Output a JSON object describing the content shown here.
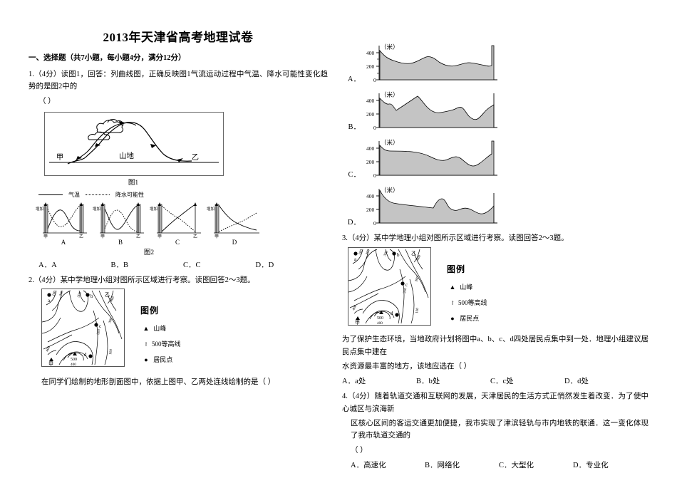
{
  "document": {
    "title": "2013年天津省高考地理试卷",
    "section_heading": "一、选择题（共7小题，每小题4分，满分12分）"
  },
  "questions": [
    {
      "number": "1",
      "points": "（4分）",
      "text": "1.（4分）读图1，回答：列曲线图，正确反映图1气流运动过程中气温、降水可能性变化趋势的是图2中的",
      "blank": "（    ）",
      "options": [
        "A．A",
        "B．B",
        "C．C",
        "D．D"
      ]
    },
    {
      "number": "2",
      "text": "2.（4分）某中学地理小组对图所示区域进行考察。读图回答2～3题。",
      "prompt": "在同学们绘制的地形剖面图中，依据上图甲、乙两处连线绘制的是（      ）"
    },
    {
      "number": "3",
      "text": "3.（4分）某中学地理小组对图所示区域进行考察。读图回答2～3题。",
      "prompt_line1": "为了保护生态环境，当地政府计划将图中a、b、c、d四处居民点集中到一处．地理小组建议居民点集中建在",
      "prompt_line2": "水资源最丰富的地方，该地应选在（      ）",
      "options": [
        "A．a处",
        "B．b处",
        "C．c处",
        "D．d处"
      ]
    },
    {
      "number": "4",
      "text_line1": "4.（4分）随着轨道交通和互联网的发展，天津居民的生活方式正悄然发生着改变．为了使中心城区与滨海新",
      "text_line2": "区核心区间的客运交通更加便捷，我市实现了津滨轻轨与市内地铁的联通．这一变化体现了我市轨道交通的",
      "blank": "（    ）",
      "options": [
        "A．高速化",
        "B．网络化",
        "C．大型化",
        "D．专业化"
      ]
    }
  ],
  "figure1": {
    "caption": "图1",
    "label_left": "甲",
    "label_right": "乙",
    "label_center": "山地"
  },
  "figure2": {
    "caption": "图2",
    "legend": [
      {
        "style": "solid",
        "label": "气温"
      },
      {
        "style": "dotted",
        "label": "降水可能性"
      }
    ],
    "panels": [
      {
        "label": "A",
        "y_axis": "增加",
        "x_left": "甲",
        "x_right": "乙"
      },
      {
        "label": "B",
        "y_axis": "增加",
        "x_left": "甲",
        "x_right": "乙"
      },
      {
        "label": "C",
        "y_axis": "增加",
        "x_left": "甲",
        "x_right": "乙"
      },
      {
        "label": "D",
        "y_axis": "增加",
        "x_left": "甲",
        "x_right": "乙"
      }
    ]
  },
  "contour_map": {
    "legend_title": "图例",
    "legend_items": [
      {
        "glyph": "▲",
        "label": "山峰"
      },
      {
        "glyph": "",
        "label": "500等高线"
      },
      {
        "glyph": "●",
        "label": "居民点"
      }
    ],
    "settlements": [
      "a",
      "b",
      "c",
      "d"
    ],
    "points": [
      "甲",
      "乙"
    ],
    "contour_labels": [
      "100",
      "200",
      "300",
      "400",
      "500",
      "400",
      "300",
      "200",
      "100",
      "400",
      "500"
    ],
    "peak_value": "500"
  },
  "chart_data": [
    {
      "type": "line",
      "title": "图2 A",
      "xlabel": "",
      "ylabel": "增加",
      "x": [
        "甲",
        "乙"
      ],
      "series": [
        {
          "name": "气温",
          "style": "solid",
          "values": [
            20,
            55,
            72,
            70,
            45,
            22,
            16,
            15,
            14
          ]
        },
        {
          "name": "降水可能性",
          "style": "dotted",
          "values": [
            72,
            40,
            18,
            14,
            20,
            34,
            52,
            70,
            80
          ]
        }
      ],
      "grid": false,
      "legend": "top"
    },
    {
      "type": "line",
      "title": "图2 B",
      "xlabel": "",
      "ylabel": "增加",
      "x": [
        "甲",
        "乙"
      ],
      "series": [
        {
          "name": "气温",
          "style": "solid",
          "values": [
            70,
            48,
            26,
            14,
            12,
            24,
            45,
            66,
            80
          ]
        },
        {
          "name": "降水可能性",
          "style": "dotted",
          "values": [
            14,
            40,
            62,
            68,
            52,
            30,
            16,
            10,
            8
          ]
        }
      ],
      "grid": false,
      "legend": "top"
    },
    {
      "type": "line",
      "title": "图2 C",
      "xlabel": "",
      "ylabel": "增加",
      "x": [
        "甲",
        "乙"
      ],
      "series": [
        {
          "name": "气温",
          "style": "solid",
          "values": [
            6,
            20,
            34,
            44,
            50,
            58,
            68,
            78,
            86
          ]
        },
        {
          "name": "降水可能性",
          "style": "dotted",
          "values": [
            86,
            74,
            64,
            56,
            50,
            42,
            32,
            20,
            8
          ]
        }
      ],
      "grid": false,
      "legend": "top"
    },
    {
      "type": "line",
      "title": "图2 D",
      "xlabel": "",
      "ylabel": "增加",
      "x": [
        "甲",
        "乙"
      ],
      "series": [
        {
          "name": "气温",
          "style": "solid",
          "values": [
            90,
            70,
            56,
            48,
            42,
            36,
            30,
            26,
            22
          ]
        },
        {
          "name": "降水可能性",
          "style": "dotted",
          "values": [
            8,
            18,
            28,
            36,
            42,
            50,
            58,
            66,
            74
          ]
        }
      ],
      "grid": false,
      "legend": "top"
    },
    {
      "type": "area",
      "title": "剖面图 A",
      "unit_label": "（米）",
      "ylabel": "（米）",
      "yticks": [
        "0",
        "200",
        "400"
      ],
      "ylim": [
        0,
        500
      ],
      "values": [
        430,
        330,
        300,
        285,
        272,
        268,
        300,
        345,
        330,
        285,
        262,
        258,
        280,
        295,
        288,
        272,
        500
      ]
    },
    {
      "type": "area",
      "title": "剖面图 B",
      "unit_label": "（米）",
      "ylabel": "（米）",
      "yticks": [
        "0",
        "200",
        "400"
      ],
      "ylim": [
        0,
        500
      ],
      "values": [
        430,
        360,
        300,
        330,
        370,
        450,
        400,
        330,
        300,
        295,
        340,
        320,
        260,
        205,
        230,
        290,
        335
      ]
    },
    {
      "type": "area",
      "title": "剖面图 C",
      "unit_label": "（米）",
      "ylabel": "（米）",
      "yticks": [
        "0",
        "200",
        "400"
      ],
      "ylim": [
        0,
        500
      ],
      "values": [
        430,
        355,
        350,
        352,
        350,
        340,
        310,
        275,
        265,
        300,
        305,
        260,
        205,
        200,
        235,
        300,
        500
      ]
    },
    {
      "type": "area",
      "title": "剖面图 D",
      "unit_label": "（米）",
      "ylabel": "（米）",
      "yticks": [
        "0",
        "200",
        "400"
      ],
      "ylim": [
        0,
        500
      ],
      "values": [
        470,
        340,
        310,
        300,
        290,
        282,
        278,
        360,
        280,
        268,
        290,
        260,
        230,
        215,
        225,
        270,
        350
      ]
    }
  ]
}
